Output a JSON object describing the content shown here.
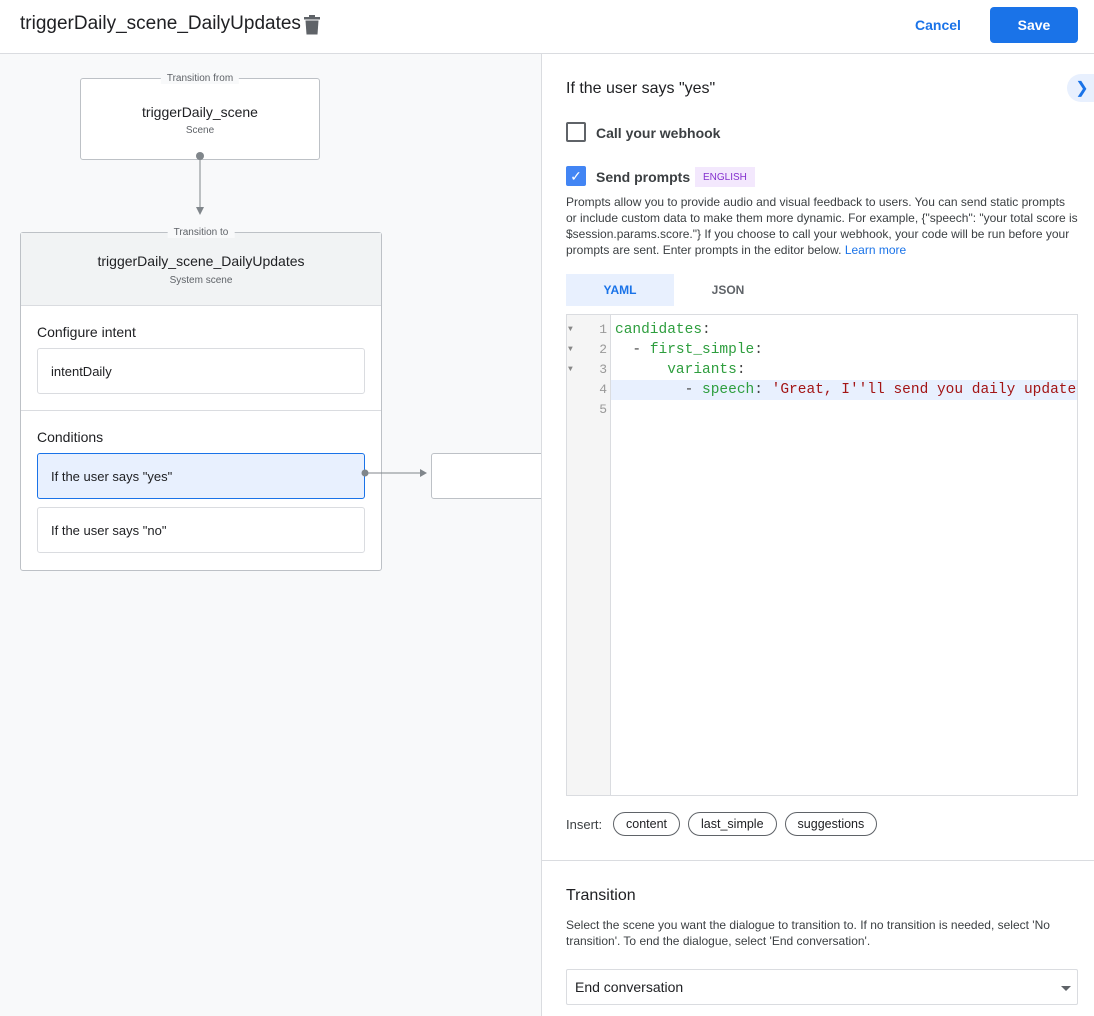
{
  "header": {
    "title": "triggerDaily_scene_DailyUpdates",
    "cancel": "Cancel",
    "save": "Save"
  },
  "canvas": {
    "from": {
      "label": "Transition from",
      "title": "triggerDaily_scene",
      "subtitle": "Scene"
    },
    "to": {
      "label": "Transition to",
      "title": "triggerDaily_scene_DailyUpdates",
      "subtitle": "System scene",
      "configure_intent": "Configure intent",
      "intent": "intentDaily",
      "conditions": "Conditions",
      "condition_items": [
        "If the user says \"yes\"",
        "If the user says \"no\""
      ]
    }
  },
  "panel": {
    "heading": "If the user says \"yes\"",
    "webhook": {
      "label": "Call your webhook",
      "checked": false
    },
    "prompts": {
      "label": "Send prompts",
      "checked": true,
      "badge": "ENGLISH",
      "description": "Prompts allow you to provide audio and visual feedback to users. You can send static prompts or include custom data to make them more dynamic. For example, {\"speech\": \"your total score is $session.params.score.\"} If you choose to call your webhook, your code will be run before your prompts are sent. Enter prompts in the editor below.",
      "learn_more": "Learn more"
    },
    "tabs": [
      "YAML",
      "JSON"
    ],
    "active_tab": "YAML",
    "code": {
      "line_numbers": [
        "1",
        "2",
        "3",
        "4",
        "5"
      ],
      "line1_key": "candidates",
      "line2_dash": "  - ",
      "line2_key": "first_simple",
      "line3_key": "variants",
      "line4_dash": "        - ",
      "line4_key": "speech",
      "line4_value": "'Great, I''ll send you daily updates.'",
      "colon": ":"
    },
    "insert": {
      "label": "Insert:",
      "chips": [
        "content",
        "last_simple",
        "suggestions"
      ]
    },
    "transition": {
      "title": "Transition",
      "description": "Select the scene you want the dialogue to transition to. If no transition is needed, select 'No transition'. To end the dialogue, select 'End conversation'.",
      "selected": "End conversation"
    }
  },
  "colors": {
    "accent": "#1a73e8",
    "badge_bg": "#f3e8fd",
    "badge_text": "#8430ce",
    "yaml_key": "#2e9e3e",
    "yaml_string": "#a31515"
  }
}
